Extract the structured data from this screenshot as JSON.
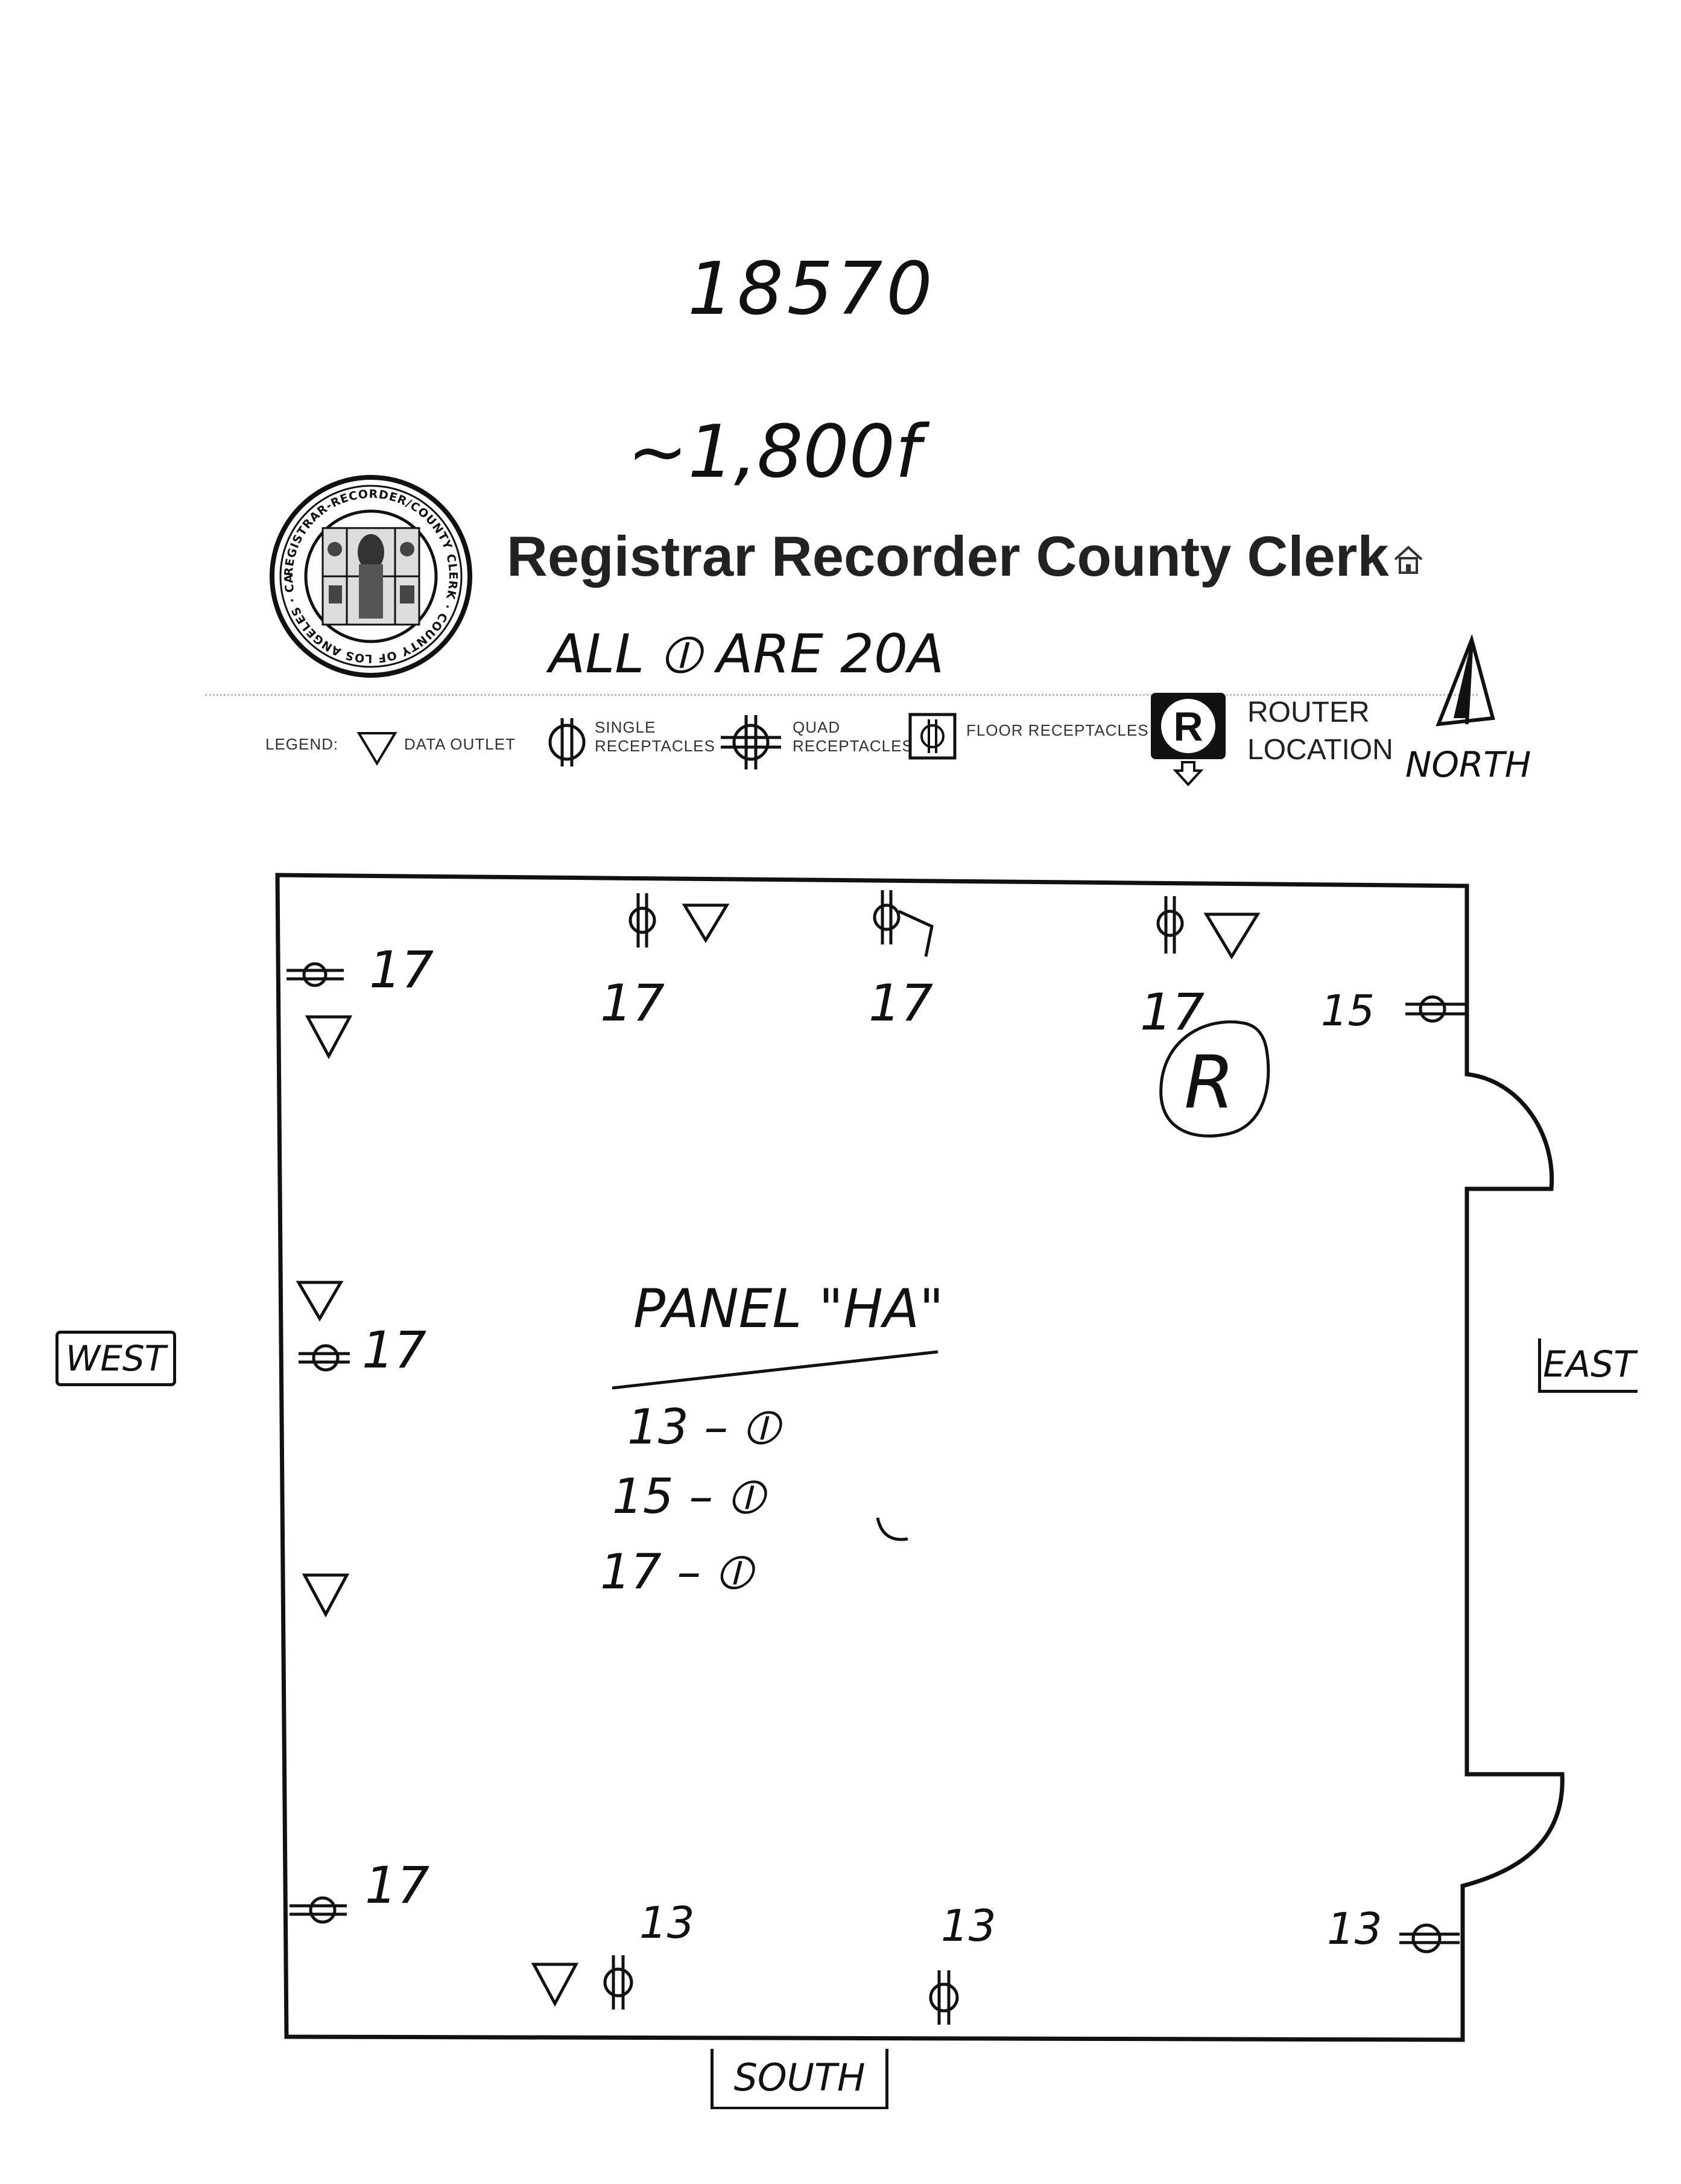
{
  "header": {
    "reference_number": "18570",
    "area_note": "~1,800f",
    "org_title": "Registrar Recorder County Clerk",
    "receptacle_note": "ALL ⦶ ARE 20A",
    "seal": {
      "text": "REGISTRAR-RECORDER/COUNTY CLERK · COUNTY OF LOS ANGELES · CALIFORNIA"
    }
  },
  "legend": {
    "label": "LEGEND:",
    "data_outlet": "DATA OUTLET",
    "single_line1": "SINGLE",
    "single_line2": "RECEPTACLES",
    "quad_line1": "QUAD",
    "quad_line2": "RECEPTACLES",
    "floor": "FLOOR RECEPTACLES",
    "router_glyph": "R",
    "router_line1": "ROUTER",
    "router_line2": "LOCATION"
  },
  "compass": {
    "north": "NORTH",
    "west": "WEST",
    "east": "EAST",
    "south": "SOUTH"
  },
  "circuits": {
    "north_wall": [
      "17",
      "17",
      "17"
    ],
    "northwest": "17",
    "northeast": "15",
    "west_mid": "17",
    "southwest": "17",
    "south_wall": [
      "13",
      "13"
    ],
    "southeast": "13"
  },
  "router_mark": "R",
  "panel": {
    "title": "PANEL \"HA\"",
    "lines": [
      "13 – ⦶",
      "15 – ⦶",
      "17 – ⦶"
    ]
  }
}
